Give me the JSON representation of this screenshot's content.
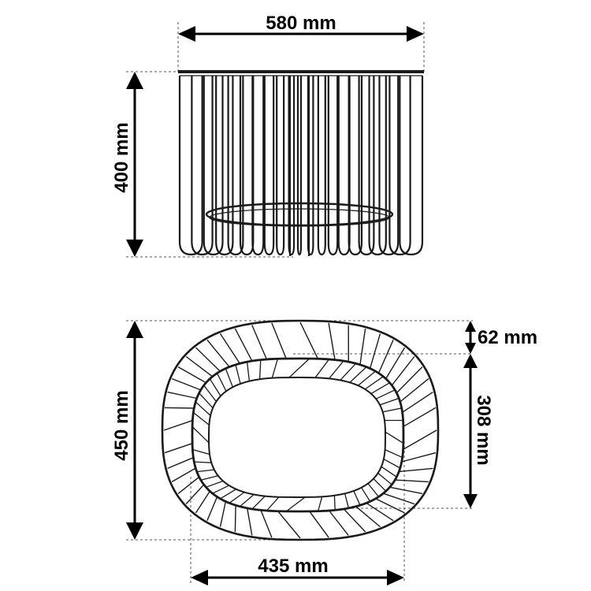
{
  "side_view": {
    "width_label": "580 mm",
    "height_label": "400 mm"
  },
  "top_view": {
    "outer_depth_label": "450 mm",
    "rim_offset_label": "62 mm",
    "inner_depth_label": "308 mm",
    "inner_width_label": "435 mm"
  },
  "colors": {
    "line": "#1a1a1a",
    "dimension": "#000000",
    "guide": "#555555"
  }
}
